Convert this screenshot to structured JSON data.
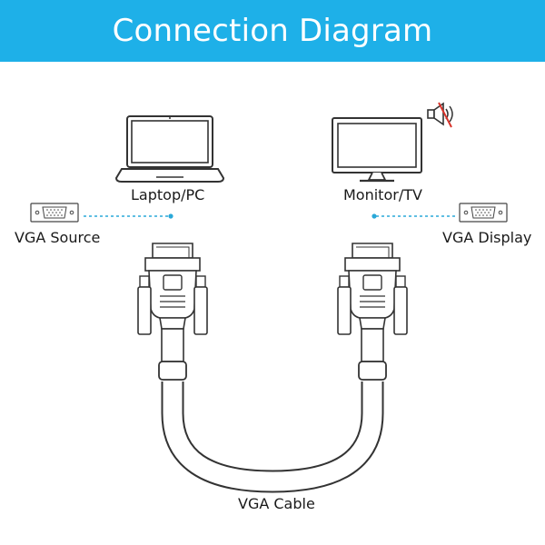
{
  "title": "Connection Diagram",
  "labels": {
    "laptop": "Laptop/PC",
    "monitor": "Monitor/TV",
    "vga_source": "VGA Source",
    "vga_display": "VGA Display",
    "cable": "VGA Cable"
  },
  "icons": {
    "laptop": "laptop-icon",
    "monitor": "monitor-icon",
    "mute": "speaker-muted-icon",
    "source_port": "vga-port-icon",
    "display_port": "vga-port-icon",
    "connector_left": "vga-connector-icon",
    "connector_right": "vga-connector-icon"
  },
  "colors": {
    "header": "#1eb0e8",
    "dashed_line": "#2aa8d8",
    "line_art": "#333333",
    "mute_slash": "#d9342b"
  }
}
